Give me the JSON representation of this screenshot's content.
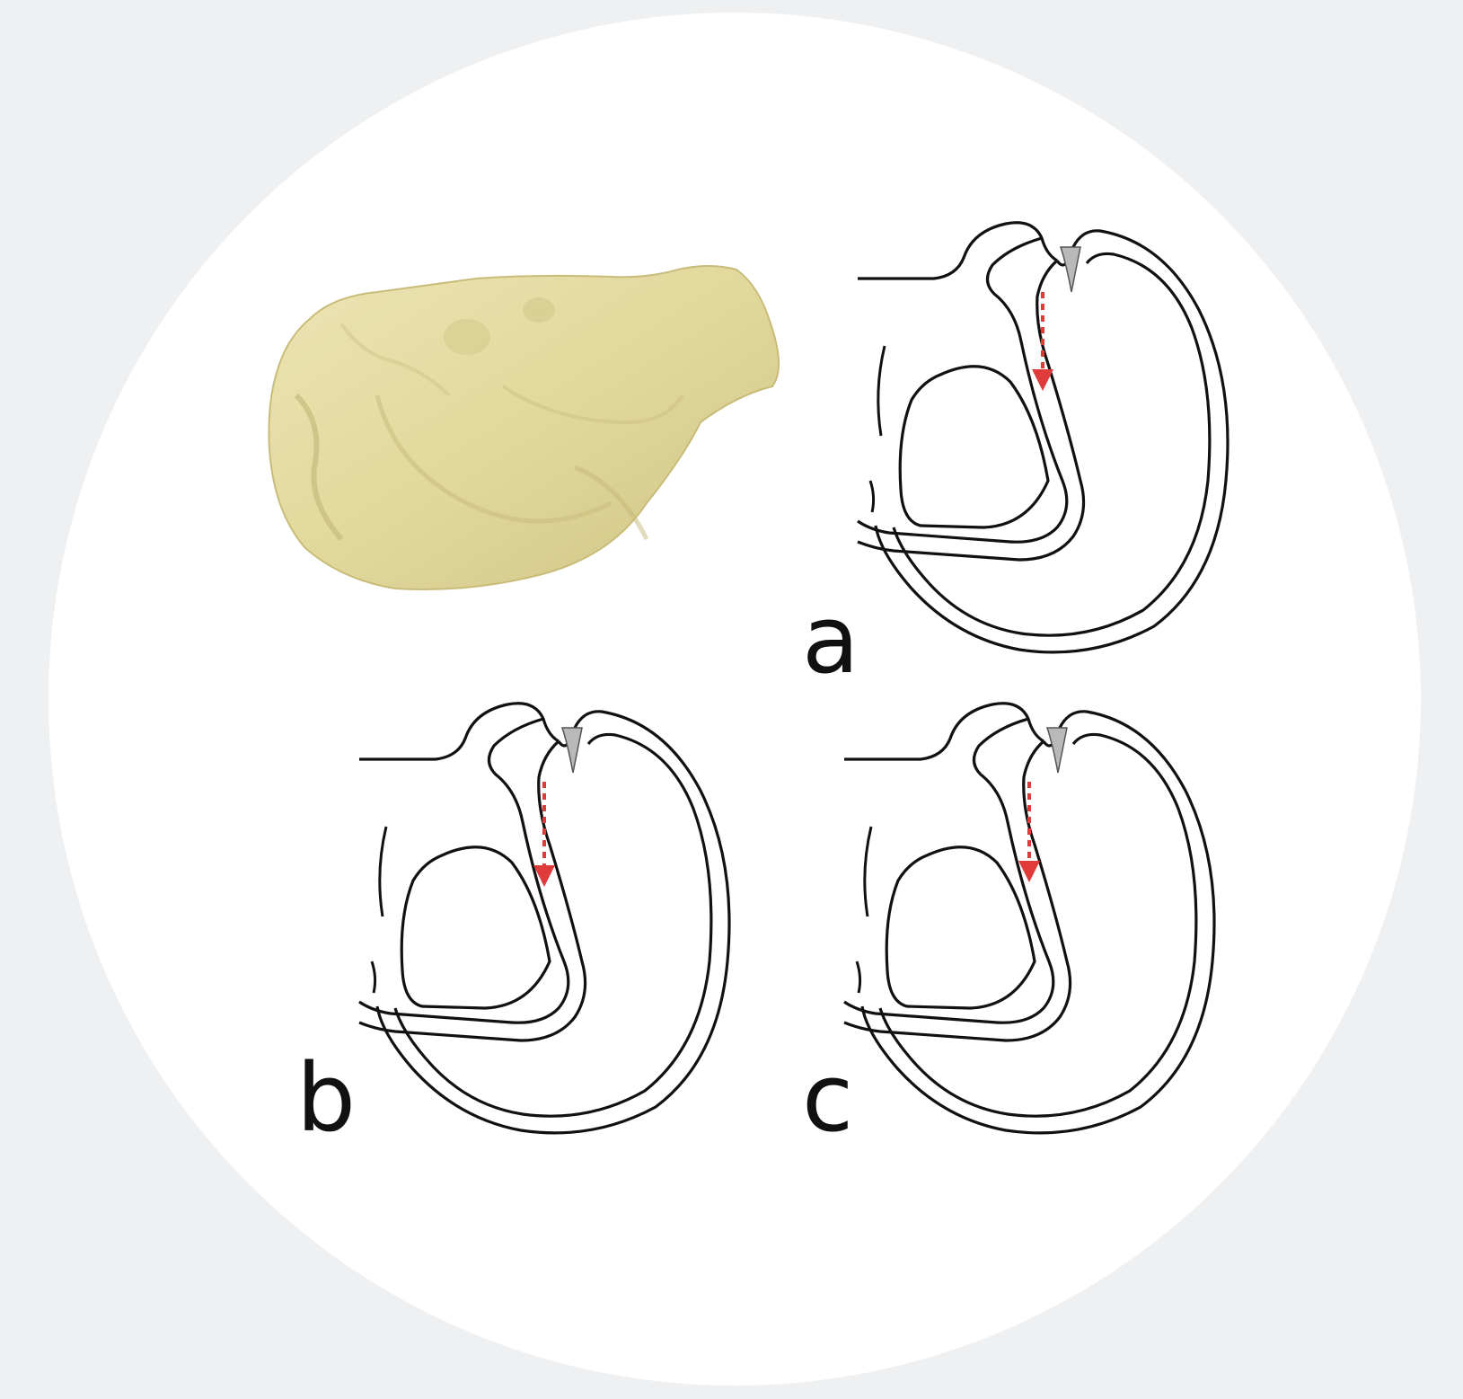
{
  "figure": {
    "panels": [
      {
        "id": "a",
        "label": "a"
      },
      {
        "id": "b",
        "label": "b"
      },
      {
        "id": "c",
        "label": "c"
      }
    ],
    "colors": {
      "background": "#eef0f2",
      "disc": "#ffffff",
      "outline": "#111111",
      "arrow": "#e03b3b",
      "specimen": "#e4dba2"
    },
    "icons": {
      "specimen": "3d-specimen-render",
      "arrow": "dashed-down-arrow"
    }
  }
}
